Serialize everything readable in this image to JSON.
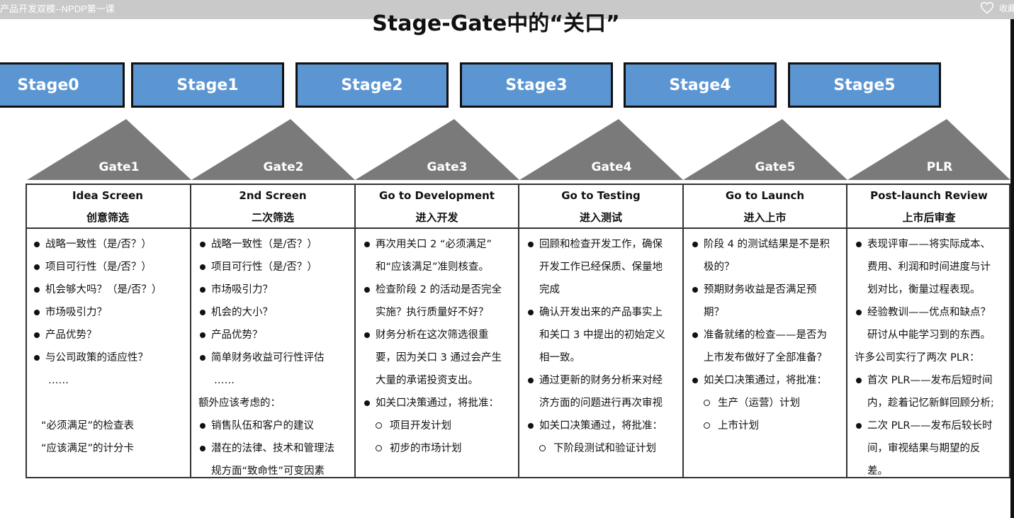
{
  "window": {
    "title": "产品开发双模--NPDP第一课",
    "favorite_label": "收藏"
  },
  "slide": {
    "heading": "Stage-Gate中的“关口”",
    "stages": [
      "Stage0",
      "Stage1",
      "Stage2",
      "Stage3",
      "Stage4",
      "Stage5"
    ],
    "gates": [
      "Gate1",
      "Gate2",
      "Gate3",
      "Gate4",
      "Gate5",
      "PLR"
    ],
    "columns": [
      {
        "title_en": "Idea Screen",
        "title_cn": "创意筛选",
        "items": [
          {
            "type": "bullet",
            "text": "战略一致性（是/否？）"
          },
          {
            "type": "bullet",
            "text": "项目可行性（是/否？）"
          },
          {
            "type": "bullet",
            "text": "机会够大吗？（是/否？）"
          },
          {
            "type": "bullet",
            "text": "市场吸引力？"
          },
          {
            "type": "bullet",
            "text": "产品优势？"
          },
          {
            "type": "bullet",
            "text": "与公司政策的适应性？"
          },
          {
            "type": "indent",
            "text": "……"
          },
          {
            "type": "gap",
            "text": ""
          },
          {
            "type": "plain",
            "text": "“必须满足”的检查表"
          },
          {
            "type": "plain",
            "text": "“应该满足”的计分卡"
          }
        ]
      },
      {
        "title_en": "2nd Screen",
        "title_cn": "二次筛选",
        "items": [
          {
            "type": "bullet",
            "text": "战略一致性（是/否？）"
          },
          {
            "type": "bullet",
            "text": "项目可行性（是/否？）"
          },
          {
            "type": "bullet",
            "text": "市场吸引力？"
          },
          {
            "type": "bullet",
            "text": "机会的大小？"
          },
          {
            "type": "bullet",
            "text": "产品优势？"
          },
          {
            "type": "bullet",
            "text": "简单财务收益可行性评估"
          },
          {
            "type": "indent",
            "text": "……"
          },
          {
            "type": "plain-left",
            "text": "额外应该考虑的："
          },
          {
            "type": "bullet",
            "text": "销售队伍和客户的建议"
          },
          {
            "type": "bullet",
            "text": "潜在的法律、技术和管理法"
          },
          {
            "type": "cont",
            "text": "规方面“致命性”可变因素"
          }
        ]
      },
      {
        "title_en": "Go to Development",
        "title_cn": "进入开发",
        "items": [
          {
            "type": "bullet",
            "text": "再次用关口 2 “必须满足”"
          },
          {
            "type": "cont",
            "text": "和“应该满足”准则核查。"
          },
          {
            "type": "bullet",
            "text": "检查阶段 2 的活动是否完全"
          },
          {
            "type": "cont",
            "text": "实施？执行质量好不好？"
          },
          {
            "type": "bullet",
            "text": "财务分析在这次筛选很重"
          },
          {
            "type": "cont",
            "text": "要，因为关口 3 通过会产生"
          },
          {
            "type": "cont",
            "text": "大量的承诺投资支出。"
          },
          {
            "type": "bullet",
            "text": "如关口决策通过，将批准："
          },
          {
            "type": "circle",
            "text": "项目开发计划"
          },
          {
            "type": "circle",
            "text": "初步的市场计划"
          }
        ]
      },
      {
        "title_en": "Go to Testing",
        "title_cn": "进入测试",
        "items": [
          {
            "type": "bullet",
            "text": "回顾和检查开发工作，确保"
          },
          {
            "type": "cont",
            "text": "开发工作已经保质、保量地"
          },
          {
            "type": "cont",
            "text": "完成"
          },
          {
            "type": "bullet",
            "text": "确认开发出来的产品事实上"
          },
          {
            "type": "cont",
            "text": "和关口 3 中提出的初始定义"
          },
          {
            "type": "cont",
            "text": "相一致。"
          },
          {
            "type": "bullet",
            "text": "通过更新的财务分析来对经"
          },
          {
            "type": "cont",
            "text": "济方面的问题进行再次审视"
          },
          {
            "type": "bullet",
            "text": "如关口决策通过，将批准："
          },
          {
            "type": "circle",
            "text": "下阶段测试和验证计划"
          }
        ]
      },
      {
        "title_en": "Go to Launch",
        "title_cn": "进入上市",
        "items": [
          {
            "type": "bullet",
            "text": "阶段 4 的测试结果是不是积"
          },
          {
            "type": "cont",
            "text": "极的？"
          },
          {
            "type": "bullet",
            "text": "预期财务收益是否满足预"
          },
          {
            "type": "cont",
            "text": "期？"
          },
          {
            "type": "bullet",
            "text": "准备就绪的检查——是否为"
          },
          {
            "type": "cont",
            "text": "上市发布做好了全部准备？"
          },
          {
            "type": "bullet",
            "text": "如关口决策通过，将批准："
          },
          {
            "type": "circle",
            "text": "生产（运营）计划"
          },
          {
            "type": "circle",
            "text": "上市计划"
          }
        ]
      },
      {
        "title_en": "Post-launch Review",
        "title_cn": "上市后审查",
        "items": [
          {
            "type": "bullet",
            "text": "表现评审——将实际成本、"
          },
          {
            "type": "cont",
            "text": "费用、利润和时间进度与计"
          },
          {
            "type": "cont",
            "text": "划对比，衡量过程表现。"
          },
          {
            "type": "bullet",
            "text": "经验教训——优点和缺点？"
          },
          {
            "type": "cont",
            "text": "研讨从中能学习到的东西。"
          },
          {
            "type": "plain-left",
            "text": "许多公司实行了两次 PLR："
          },
          {
            "type": "bullet",
            "text": "首次 PLR——发布后短时间"
          },
          {
            "type": "cont",
            "text": "内，趁着记忆新鲜回顾分析;"
          },
          {
            "type": "bullet",
            "text": "二次 PLR——发布后较长时"
          },
          {
            "type": "cont",
            "text": "间，审视结果与期望的反"
          },
          {
            "type": "cont",
            "text": "差。"
          }
        ]
      }
    ]
  },
  "colors": {
    "stage_fill": "#5b96d3",
    "gate_fill": "#7a7a7a",
    "topbar": "#c9c9c9"
  }
}
